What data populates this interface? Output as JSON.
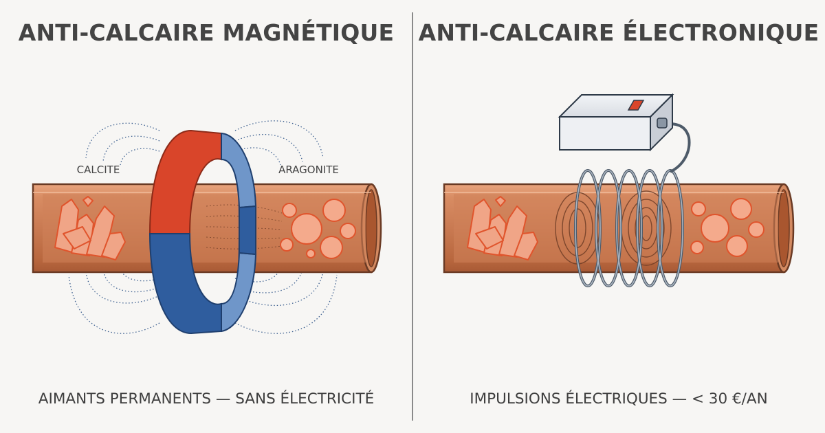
{
  "left_panel": {
    "title": "ANTI-CALCAIRE MAGNÉTIQUE",
    "label_calcite": "CALCITE",
    "label_aragonite": "ARAGONITE",
    "caption": "AIMANTS PERMANENTS — SANS ÉLECTRICITÉ"
  },
  "right_panel": {
    "title": "ANTI-CALCAIRE ÉLECTRONIQUE",
    "caption": "IMPULSIONS ÉLECTRIQUES — < 30 €/AN"
  },
  "icons": {
    "magnet_ring": "magnet-ring-icon",
    "electronic_box": "control-box-icon",
    "coil": "coil-icon",
    "crystals": "calcite-crystal-icon",
    "bubbles": "aragonite-bubble-icon"
  },
  "colors": {
    "pipe": "#d9906a",
    "pipe_inner": "#c9714d",
    "outline": "#6a3a24",
    "magnet_red": "#d9452a",
    "magnet_blue": "#2f5d9e",
    "magnet_light_blue": "#6f96c9",
    "crystal": "#e8613a",
    "wire": "#5c6b7a"
  }
}
